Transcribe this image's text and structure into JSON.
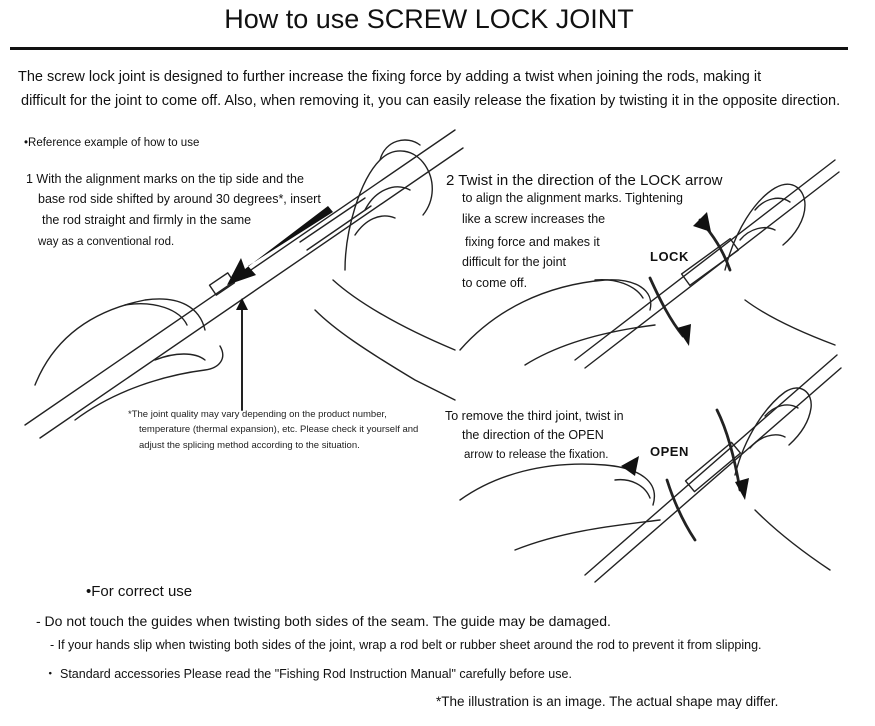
{
  "title": "How to use SCREW LOCK JOINT",
  "intro": {
    "line1": "The screw lock joint is designed to further increase the fixing force by adding a twist when joining the rods, making it",
    "line2": "difficult for the joint to come off. Also, when removing it, you can easily release the fixation by twisting it in the opposite direction."
  },
  "reference": {
    "bullet": "•",
    "label": "Reference example of how to use"
  },
  "step1": {
    "line1": "1 With the alignment marks on the tip side and the",
    "line2": "base rod side shifted by around 30 degrees*, insert",
    "line3": "the rod straight and firmly in the same",
    "line4": "way as a conventional rod."
  },
  "step1_note": {
    "line1": "*The joint quality may vary depending on the product number,",
    "line2": "temperature (thermal expansion), etc. Please check it yourself and",
    "line3": "adjust the splicing method according to the situation."
  },
  "step2": {
    "line1": "2 Twist in the direction of the LOCK arrow",
    "line2": "to align the alignment marks. Tightening",
    "line3": "like a screw increases the",
    "line4": "fixing force and makes it",
    "line5": "difficult for the joint",
    "line6": "to come off."
  },
  "lock_label": "LOCK",
  "remove": {
    "line1": "To remove the third joint, twist in",
    "line2": "the direction of the OPEN",
    "line3": "arrow to release the fixation."
  },
  "open_label": "OPEN",
  "correct_use": {
    "bullet": "•",
    "heading": "For correct use",
    "item1": "- Do not touch the guides when twisting both sides of the seam. The guide may be damaged.",
    "item2": "- If your hands slip when twisting both sides of the joint, wrap a rod belt or rubber sheet around the rod to prevent it from slipping.",
    "item3_bullet": "・",
    "item3": "Standard accessories Please read the \"Fishing Rod Instruction Manual\" carefully before use."
  },
  "footnote": "*The illustration is an image. The actual shape may differ."
}
